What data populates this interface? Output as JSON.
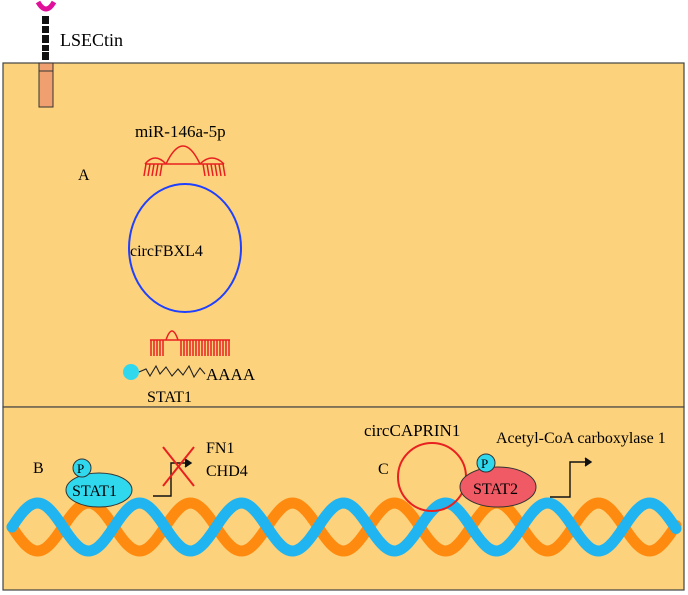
{
  "labels": {
    "receptor": "LSECtin",
    "mirna": "miR-146a-5p",
    "panel_a": "A",
    "circ_a": "circFBXL4",
    "polya": "AAAA",
    "stat1_mrna": "STAT1",
    "panel_b": "B",
    "phospho_b": "P",
    "stat1_protein": "STAT1",
    "gene_fn1": "FN1",
    "gene_chd4": "CHD4",
    "panel_c": "C",
    "circ_c": "circCAPRIN1",
    "phospho_c": "P",
    "stat2_protein": "STAT2",
    "target_gene": "Acetyl-CoA carboxylase 1"
  },
  "colors": {
    "cytoplasm": "#fcd27c",
    "border": "#444444",
    "receptor_head": "#e0109a",
    "receptor_body": "#f0a070",
    "mirna": "#e82020",
    "circ_blue": "#2040ff",
    "circ_red": "#e82020",
    "cap": "#30d8ee",
    "stat1": "#30d8ee",
    "stat2": "#f05a64",
    "dna_orange": "#ff8a10",
    "dna_blue": "#20b4f0"
  },
  "icons": [
    "receptor-icon",
    "mirna-icon",
    "circrna-icon",
    "mrna-icon",
    "dna-helix-icon",
    "arrow-icon",
    "cross-icon"
  ]
}
